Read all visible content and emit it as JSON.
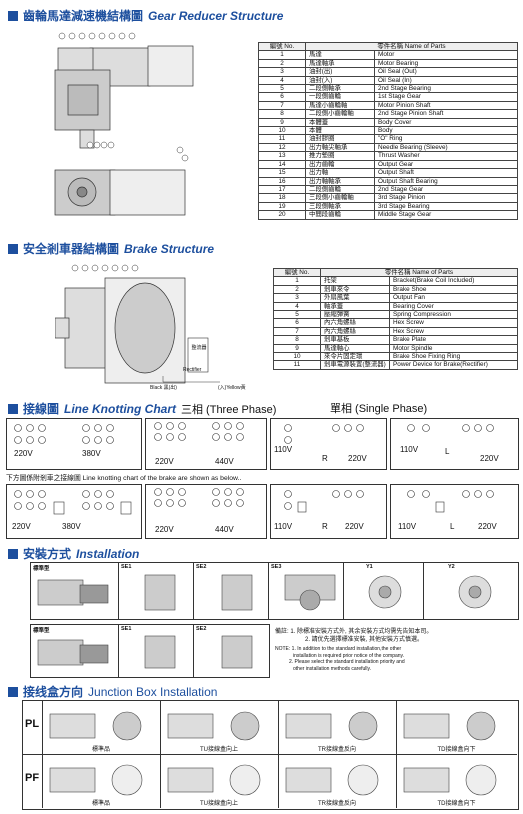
{
  "gear_section": {
    "title_zh": "齒輪馬達減速機結構圖",
    "title_en": "Gear Reducer Structure"
  },
  "gear_table": {
    "headers": [
      "編號 No.",
      "零件名稱 Name of Parts"
    ],
    "rows": [
      [
        "1",
        "馬達",
        "Motor"
      ],
      [
        "2",
        "馬達軸承",
        "Motor Bearing"
      ],
      [
        "3",
        "油封(出)",
        "Oil Seal (Out)"
      ],
      [
        "4",
        "油封(入)",
        "Oil Seal (In)"
      ],
      [
        "5",
        "二段側軸承",
        "2nd Stage Bearing"
      ],
      [
        "6",
        "一段側齒輪",
        "1st Stage Gear"
      ],
      [
        "7",
        "馬達小齒輪軸",
        "Motor Pinion Shaft"
      ],
      [
        "8",
        "二段側小齒輪軸",
        "2nd Stage Pinion Shaft"
      ],
      [
        "9",
        "本體蓋",
        "Body Cover"
      ],
      [
        "10",
        "本體",
        "Body"
      ],
      [
        "11",
        "油封膠圈",
        "\"O\" Ring"
      ],
      [
        "12",
        "出力軸尖軸承",
        "Needle Bearing (Sleeve)"
      ],
      [
        "13",
        "推力墊圈",
        "Thrust Washer"
      ],
      [
        "14",
        "出力齒輪",
        "Output Gear"
      ],
      [
        "15",
        "出力軸",
        "Output Shaft"
      ],
      [
        "16",
        "出力軸軸承",
        "Output Shaft Bearing"
      ],
      [
        "17",
        "二段側齒輪",
        "2nd Stage Gear"
      ],
      [
        "18",
        "三段側小齒輪軸",
        "3rd Stage Pinion"
      ],
      [
        "19",
        "三段側軸承",
        "3rd Stage Bearing"
      ],
      [
        "20",
        "中間段齒輪",
        "Middle Stage Gear"
      ]
    ]
  },
  "brake_section": {
    "title_zh": "安全剎車器結構圖",
    "title_en": "Brake Structure"
  },
  "brake_labels": {
    "rectifier_zh": "整流器",
    "rectifier_en": "Rectifier",
    "black": "Black 黑(出)",
    "yellow": "(入)Yellow黃"
  },
  "brake_table": {
    "headers": [
      "編號 No.",
      "零件名稱 Name of Parts"
    ],
    "rows": [
      [
        "1",
        "托架",
        "Bracket(Brake Coil Included)"
      ],
      [
        "2",
        "剎車來令",
        "Brake Shoe"
      ],
      [
        "3",
        "外扇風葉",
        "Output Fan"
      ],
      [
        "4",
        "軸承蓋",
        "Bearing Cover"
      ],
      [
        "5",
        "壓縮彈簧",
        "Spring Compression"
      ],
      [
        "6",
        "內六角螺絲",
        "Hex Screw"
      ],
      [
        "7",
        "內六角螺絲",
        "Hex Screw"
      ],
      [
        "8",
        "剎車基板",
        "Brake Plate"
      ],
      [
        "9",
        "馬達軸心",
        "Motor Spindle"
      ],
      [
        "10",
        "來令片固定環",
        "Brake Shoe Fixing Ring"
      ],
      [
        "11",
        "剎車電源裝置(整流器)",
        "Power Device for Brake(Rectifier)"
      ]
    ]
  },
  "line_section": {
    "title_zh": "接線圖",
    "title_en": "Line Knotting Chart",
    "three_phase": "三相 (Three Phase)",
    "single_phase": "單相 (Single Phase)"
  },
  "line_voltages": {
    "v220": "220V",
    "v380": "380V",
    "v440": "440V",
    "v110": "110V",
    "r": "R",
    "l": "L"
  },
  "brake_line_note": "下方圖係附剎車之接線圖 Line knotting chart of the brake are shown as below..",
  "install_section": {
    "title_zh": "安裝方式",
    "title_en": "Installation"
  },
  "install": {
    "std1": "標準型",
    "std2": "標準型",
    "se1": "SE1",
    "se2": "SE2",
    "se3": "SE3",
    "y1": "Y1",
    "y2": "Y2",
    "se1b": "SE1",
    "se2b": "SE2",
    "note_zh1": "備註: 1. 除標准安裝方式外, 其余安裝方式均需先告知本司。",
    "note_zh2": "2. 請优先選擇標准安裝, 其他安裝方式慎選。",
    "note_en_label": "NOTE:",
    "note_en1": "1. In addition to the standard installation,the other",
    "note_en2": "installation is required prior notice of the company.",
    "note_en3": "2. Please select the standard installation priority and",
    "note_en4": "other installation methods carefully."
  },
  "junction_section": {
    "title_zh": "接线盒方向",
    "title_en": "Junction Box Installation"
  },
  "junction": {
    "pl": "PL",
    "pf": "PF",
    "captions": [
      "標準品",
      "TU接線盒向上",
      "TR接線盒反向",
      "TD接線盒向下"
    ]
  },
  "colors": {
    "accent": "#1d4f9e"
  }
}
